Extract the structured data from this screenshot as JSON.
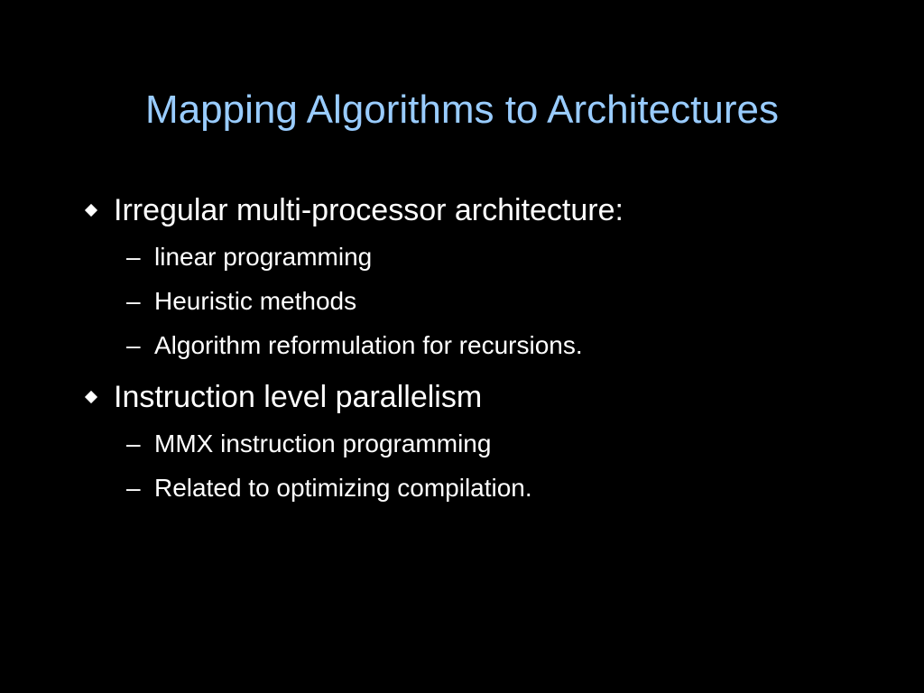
{
  "slide": {
    "title": "Mapping Algorithms to Architectures",
    "bullets": [
      {
        "text": "Irregular multi-processor architecture:",
        "sub": [
          "linear programming",
          "Heuristic methods",
          "Algorithm reformulation for recursions."
        ]
      },
      {
        "text": "Instruction level parallelism",
        "sub": [
          "MMX instruction programming",
          "Related to optimizing compilation."
        ]
      }
    ],
    "dash_glyph": "–"
  },
  "colors": {
    "background": "#000000",
    "title": "#99ccff",
    "text": "#ffffff"
  },
  "icons": {
    "bullet": "diamond-icon",
    "sub_bullet": "dash-icon"
  }
}
